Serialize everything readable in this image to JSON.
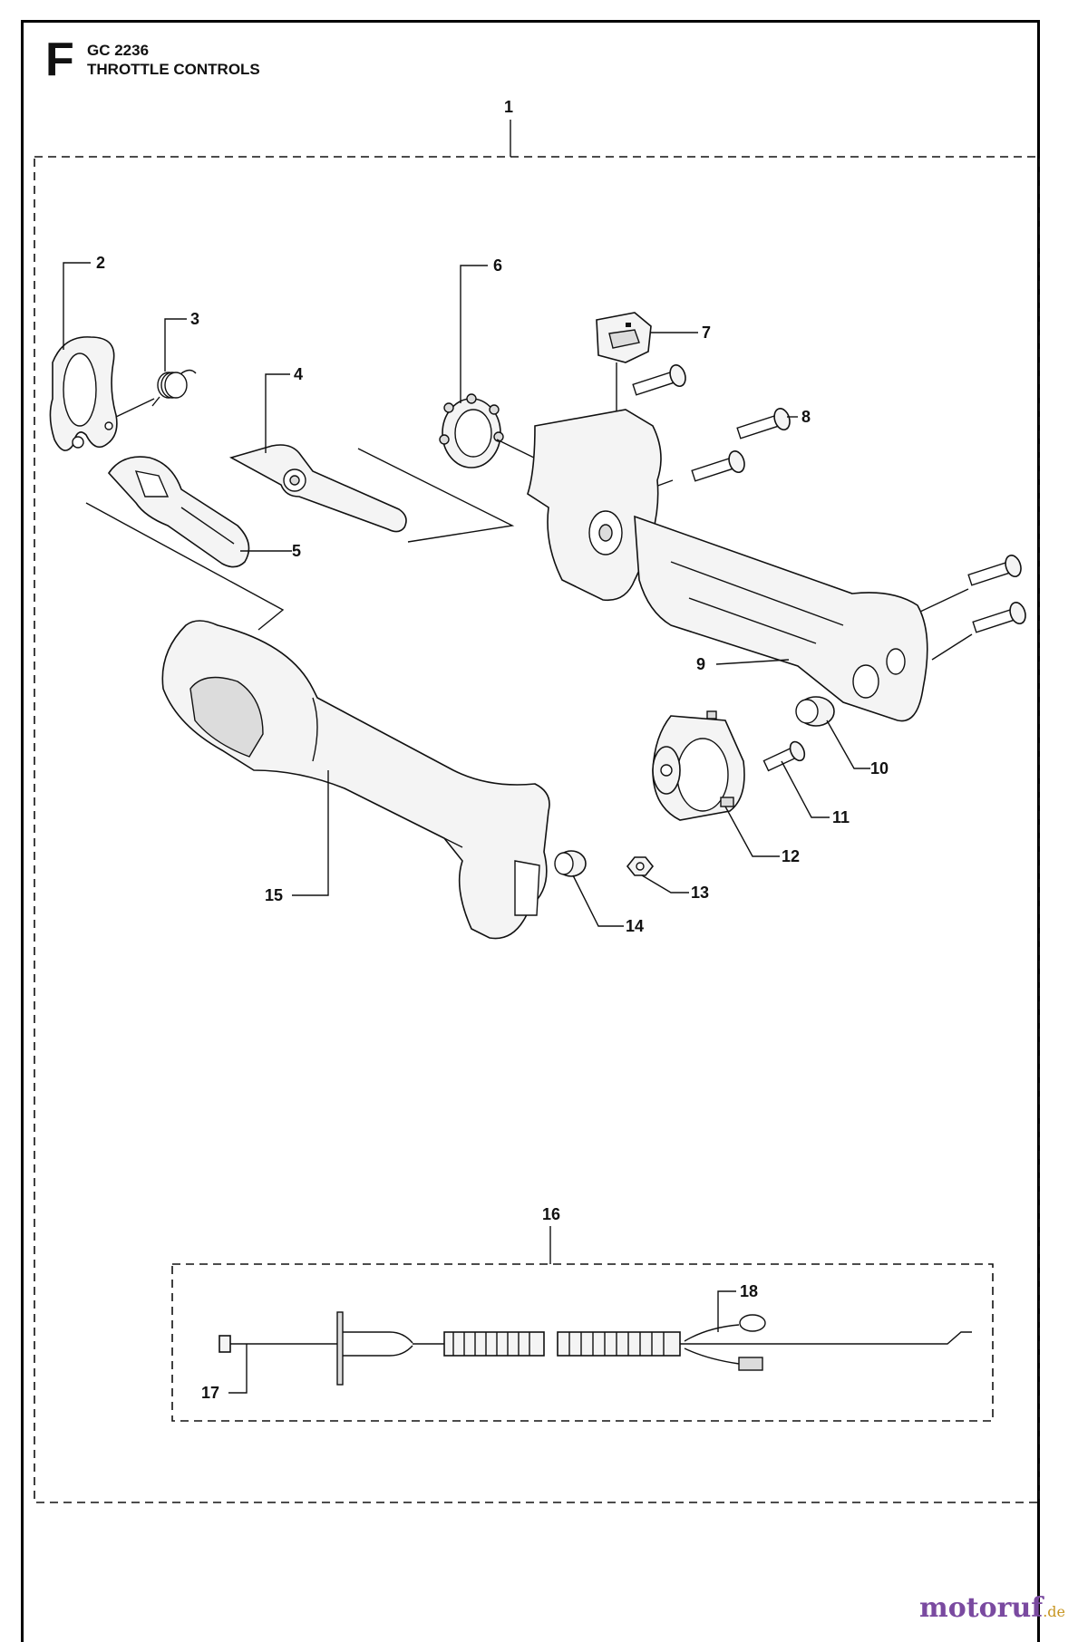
{
  "header": {
    "section_letter": "F",
    "model": "GC 2236",
    "title": "THROTTLE CONTROLS"
  },
  "callouts": {
    "c1": "1",
    "c2": "2",
    "c3": "3",
    "c4": "4",
    "c5": "5",
    "c6": "6",
    "c7": "7",
    "c8": "8",
    "c9": "9",
    "c10": "10",
    "c11": "11",
    "c12": "12",
    "c13": "13",
    "c14": "14",
    "c15": "15",
    "c16": "16",
    "c17": "17",
    "c18": "18"
  },
  "watermark": {
    "main": "motoruf",
    "suffix": ".de"
  }
}
